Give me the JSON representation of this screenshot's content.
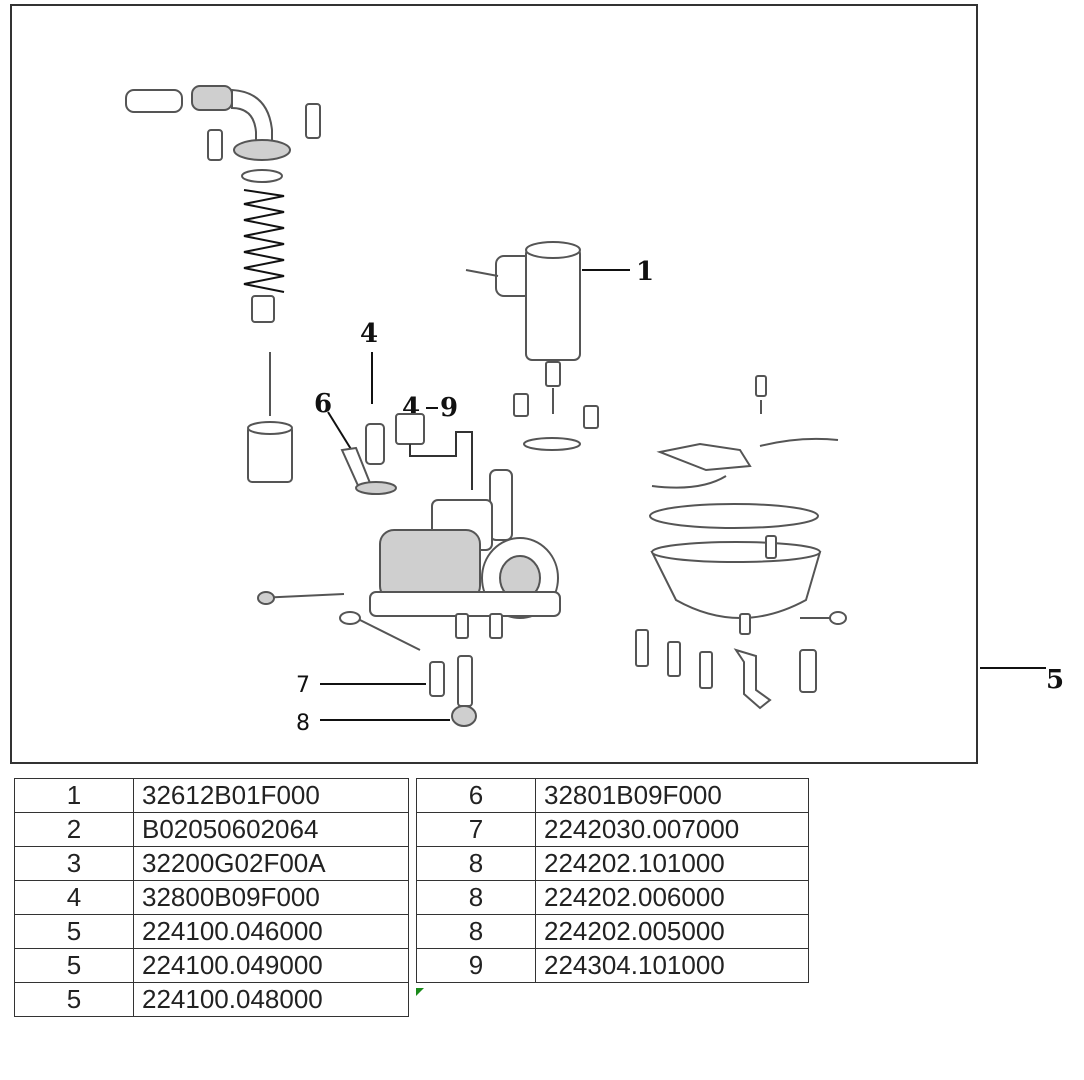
{
  "callouts": {
    "c1": "1",
    "c4": "4",
    "c4b": "4",
    "c5": "5",
    "c6": "6",
    "c7": "7",
    "c8": "8",
    "c9": "9"
  },
  "parts_left": [
    {
      "num": "1",
      "code": "32612B01F000"
    },
    {
      "num": "2",
      "code": "B02050602064"
    },
    {
      "num": "3",
      "code": "32200G02F00A"
    },
    {
      "num": "4",
      "code": "32800B09F000"
    },
    {
      "num": "5",
      "code": "224100.046000"
    },
    {
      "num": "5",
      "code": "224100.049000"
    },
    {
      "num": "5",
      "code": "224100.048000"
    }
  ],
  "parts_right": [
    {
      "num": "6",
      "code": "32801B09F000"
    },
    {
      "num": "7",
      "code": "2242030.007000"
    },
    {
      "num": "8",
      "code": "224202.101000"
    },
    {
      "num": "8",
      "code": "224202.006000"
    },
    {
      "num": "8",
      "code": "224202.005000"
    },
    {
      "num": "9",
      "code": "224304.101000"
    }
  ]
}
